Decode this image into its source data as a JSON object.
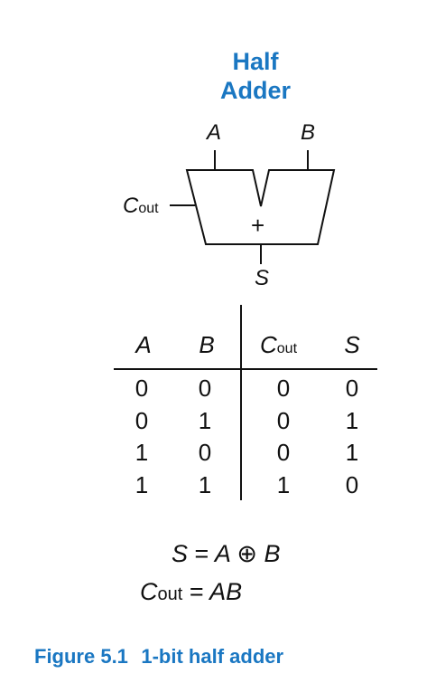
{
  "title": {
    "line1": "Half",
    "line2": "Adder"
  },
  "symbol": {
    "input_a": "A",
    "input_b": "B",
    "carry_main": "C",
    "carry_sub": "out",
    "plus": "+",
    "sum": "S"
  },
  "truth_table": {
    "headers": [
      {
        "main": "A",
        "sub": ""
      },
      {
        "main": "B",
        "sub": ""
      },
      {
        "main": "C",
        "sub": "out"
      },
      {
        "main": "S",
        "sub": ""
      }
    ],
    "rows": [
      [
        "0",
        "0",
        "0",
        "0"
      ],
      [
        "0",
        "1",
        "0",
        "1"
      ],
      [
        "1",
        "0",
        "0",
        "1"
      ],
      [
        "1",
        "1",
        "1",
        "0"
      ]
    ]
  },
  "equations": {
    "eq1": {
      "lhs": "S",
      "op": "=",
      "a": "A",
      "xor": "⊕",
      "b": "B"
    },
    "eq2": {
      "lhs": "C",
      "lhs_sub": "out",
      "op": "=",
      "rhs": "AB"
    }
  },
  "caption": {
    "label": "Figure 5.1",
    "text": "1-bit half adder"
  },
  "colors": {
    "accent": "#1a77c2",
    "ink": "#111111"
  }
}
